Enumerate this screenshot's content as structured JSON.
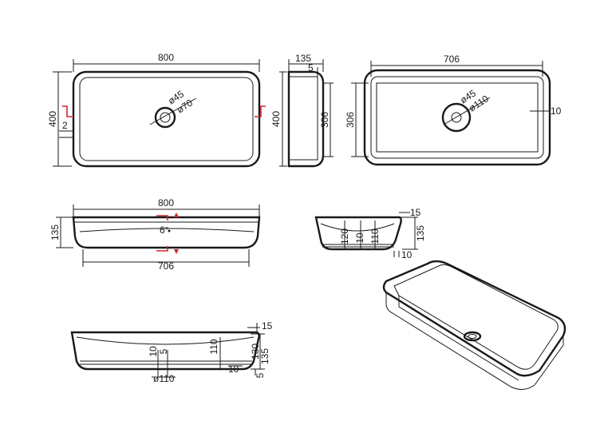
{
  "colors": {
    "line": "#1a1a1a",
    "accent": "#d0262b",
    "background": "#ffffff"
  },
  "top_view_outer": {
    "width_label": "800",
    "height_label": "400",
    "drain_inner_label": "ø45",
    "drain_outer_label": "ø70",
    "side_label": "2"
  },
  "side_view": {
    "depth_label": "135",
    "rim_label": "5",
    "height_label": "400",
    "inner_height_label": "306"
  },
  "top_view_inner": {
    "width_label": "706",
    "height_label": "306",
    "drain_inner_label": "ø45",
    "drain_outer_label": "ø110",
    "wall_label": "10"
  },
  "front_view": {
    "width_label": "800",
    "height_label": "135",
    "slope_label": "6°",
    "inner_width_label": "706"
  },
  "section_side": {
    "rim_label": "15",
    "depth_label": "120",
    "base_label": "10",
    "inner_label": "110",
    "height_label": "135",
    "bottom_label": "10"
  },
  "section_front": {
    "rim_label": "15",
    "base_label": "10",
    "drain_offset_label": "5",
    "inner_label": "110",
    "depth_label": "130",
    "bottom_label": "5",
    "ledge_label": "10",
    "drain_label": "ø110"
  },
  "isometric": {}
}
